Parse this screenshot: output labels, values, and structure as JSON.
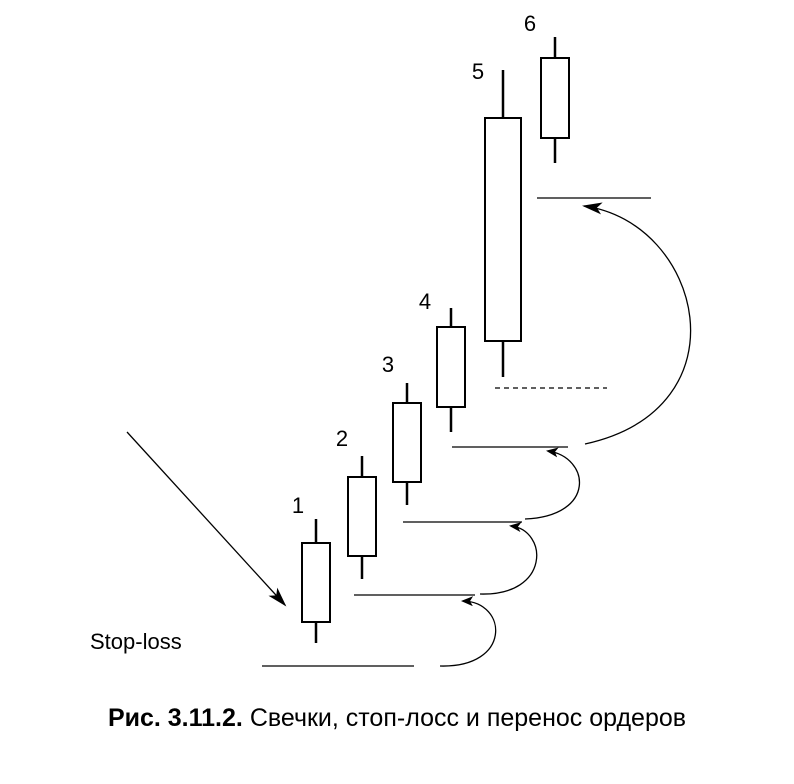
{
  "diagram": {
    "candles": [
      {
        "label": "1"
      },
      {
        "label": "2"
      },
      {
        "label": "3"
      },
      {
        "label": "4"
      },
      {
        "label": "5"
      },
      {
        "label": "6"
      }
    ],
    "stop_loss_label": "Stop-loss"
  },
  "caption": {
    "figure_number": "Рис. 3.11.2.",
    "text": "Свечки, стоп-лосс и перенос ордеров"
  },
  "colors": {
    "ink": "#000000",
    "background": "#ffffff"
  }
}
